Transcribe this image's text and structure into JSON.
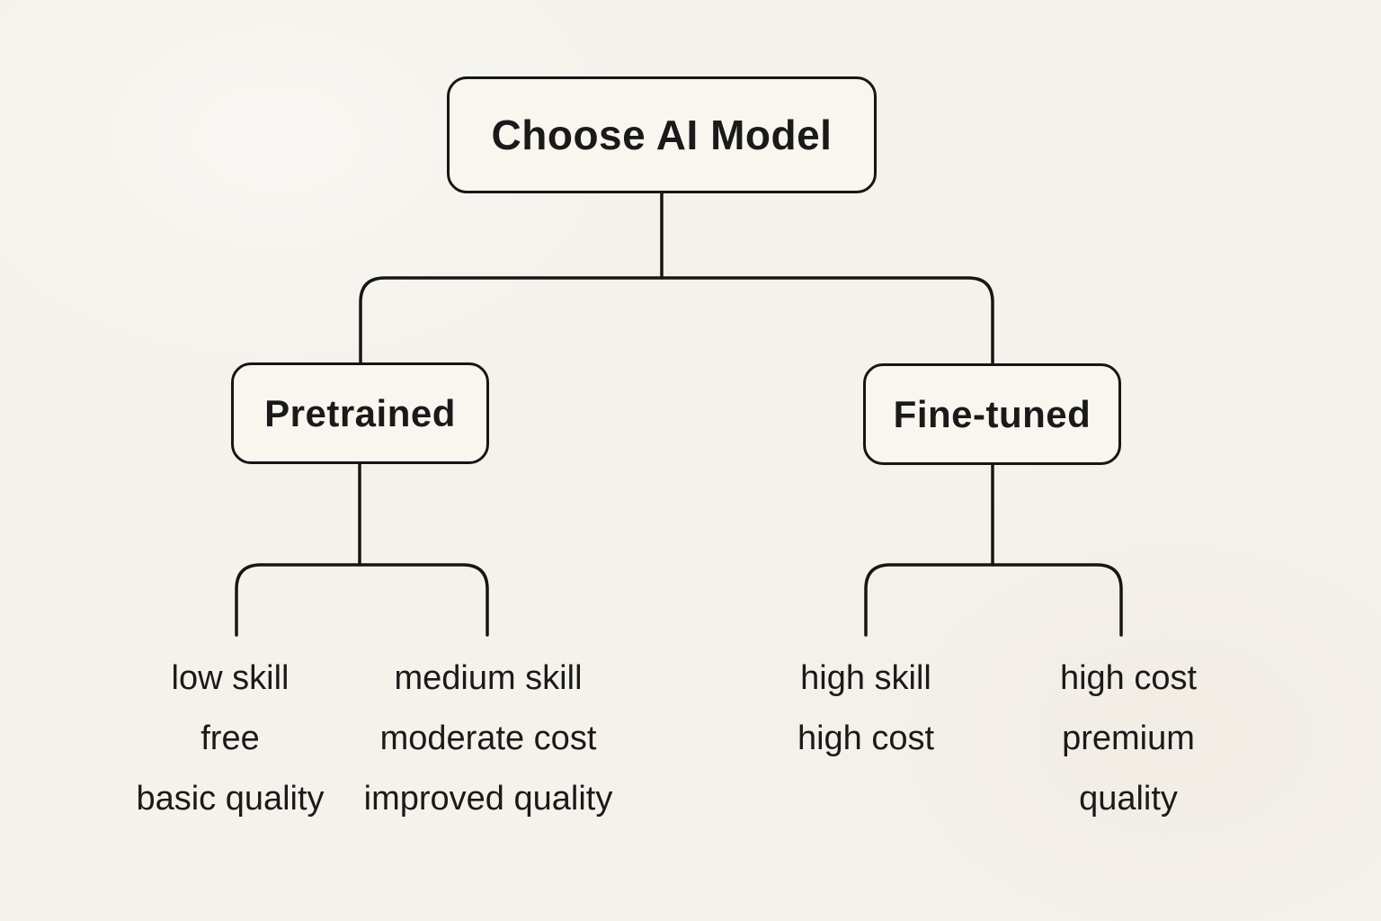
{
  "meta": {
    "title": "Choose AI Model decision tree"
  },
  "colors": {
    "background": "#f5f2ec",
    "node_fill": "#f9f6f0",
    "stroke": "#161616",
    "text": "#1a1a1a"
  },
  "tree": {
    "root": {
      "label": "Choose AI Model"
    },
    "branches": [
      {
        "label": "Pretrained",
        "leaves": [
          {
            "lines": [
              "low skill",
              "free",
              "basic quality"
            ]
          },
          {
            "lines": [
              "medium skill",
              "moderate cost",
              "improved quality"
            ]
          }
        ]
      },
      {
        "label": "Fine-tuned",
        "leaves": [
          {
            "lines": [
              "high skill",
              "high cost"
            ]
          },
          {
            "lines": [
              "high cost",
              "premium",
              "quality"
            ]
          }
        ]
      }
    ]
  }
}
